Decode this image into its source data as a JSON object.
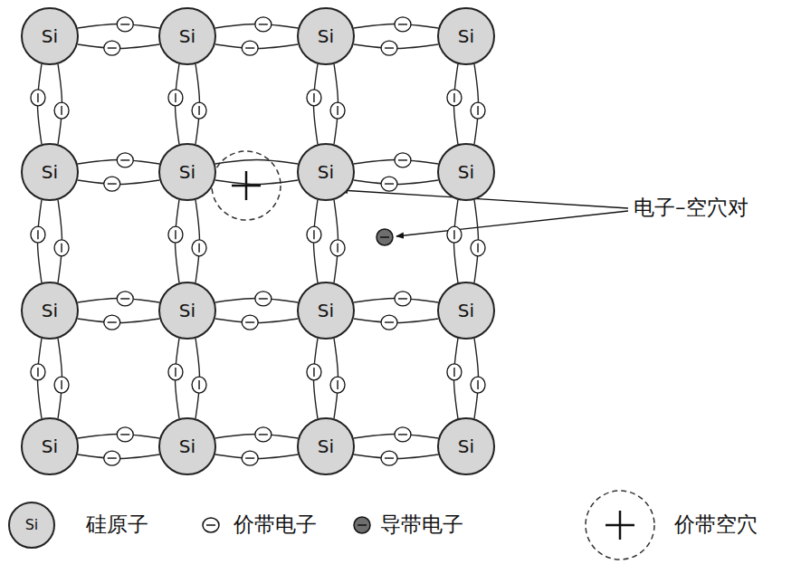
{
  "diagram": {
    "nodes": [
      {
        "text": [
          "Si"
        ]
      },
      {
        "text": [
          "Si"
        ]
      },
      {
        "text": [
          "Si"
        ]
      },
      {
        "text": [
          "Si"
        ]
      },
      {
        "text": [
          "Si"
        ]
      },
      {
        "text": [
          "Si"
        ]
      },
      {
        "text": [
          "Si"
        ]
      },
      {
        "text": [
          "Si"
        ]
      },
      {
        "text": [
          "Si"
        ]
      },
      {
        "text": [
          "Si"
        ]
      },
      {
        "text": [
          "Si"
        ]
      },
      {
        "text": [
          "Si"
        ]
      },
      {
        "text": [
          "Si"
        ]
      },
      {
        "text": [
          "Si"
        ]
      },
      {
        "text": [
          "Si"
        ]
      },
      {
        "text": [
          "Si"
        ]
      }
    ],
    "edges": [
      {
        "from": 0,
        "to": 1,
        "arrow": "none"
      },
      {
        "from": 1,
        "to": 2,
        "arrow": "none"
      },
      {
        "from": 2,
        "to": 3,
        "arrow": "none"
      },
      {
        "from": 4,
        "to": 5,
        "arrow": "none"
      },
      {
        "from": 5,
        "to": 6,
        "arrow": "none"
      },
      {
        "from": 6,
        "to": 7,
        "arrow": "none"
      },
      {
        "from": 8,
        "to": 9,
        "arrow": "none"
      },
      {
        "from": 9,
        "to": 10,
        "arrow": "none"
      },
      {
        "from": 10,
        "to": 11,
        "arrow": "none"
      },
      {
        "from": 12,
        "to": 13,
        "arrow": "none"
      },
      {
        "from": 13,
        "to": 14,
        "arrow": "none"
      },
      {
        "from": 14,
        "to": 15,
        "arrow": "none"
      },
      {
        "from": 0,
        "to": 4,
        "arrow": "none"
      },
      {
        "from": 1,
        "to": 5,
        "arrow": "none"
      },
      {
        "from": 2,
        "to": 6,
        "arrow": "none"
      },
      {
        "from": 3,
        "to": 7,
        "arrow": "none"
      },
      {
        "from": 4,
        "to": 8,
        "arrow": "none"
      },
      {
        "from": 5,
        "to": 9,
        "arrow": "none"
      },
      {
        "from": 6,
        "to": 10,
        "arrow": "none"
      },
      {
        "from": 7,
        "to": 11,
        "arrow": "none"
      },
      {
        "from": 8,
        "to": 12,
        "arrow": "none"
      },
      {
        "from": 9,
        "to": 13,
        "arrow": "none"
      },
      {
        "from": 10,
        "to": 14,
        "arrow": "none"
      },
      {
        "from": 11,
        "to": 15,
        "arrow": "none"
      }
    ],
    "labels": [
      "电子–空穴对",
      "Si"
    ],
    "legend": [
      {
        "text": "硅原子"
      },
      {
        "text": "价带电子"
      },
      {
        "text": "导带电子"
      },
      {
        "text": "价带空穴"
      }
    ]
  }
}
